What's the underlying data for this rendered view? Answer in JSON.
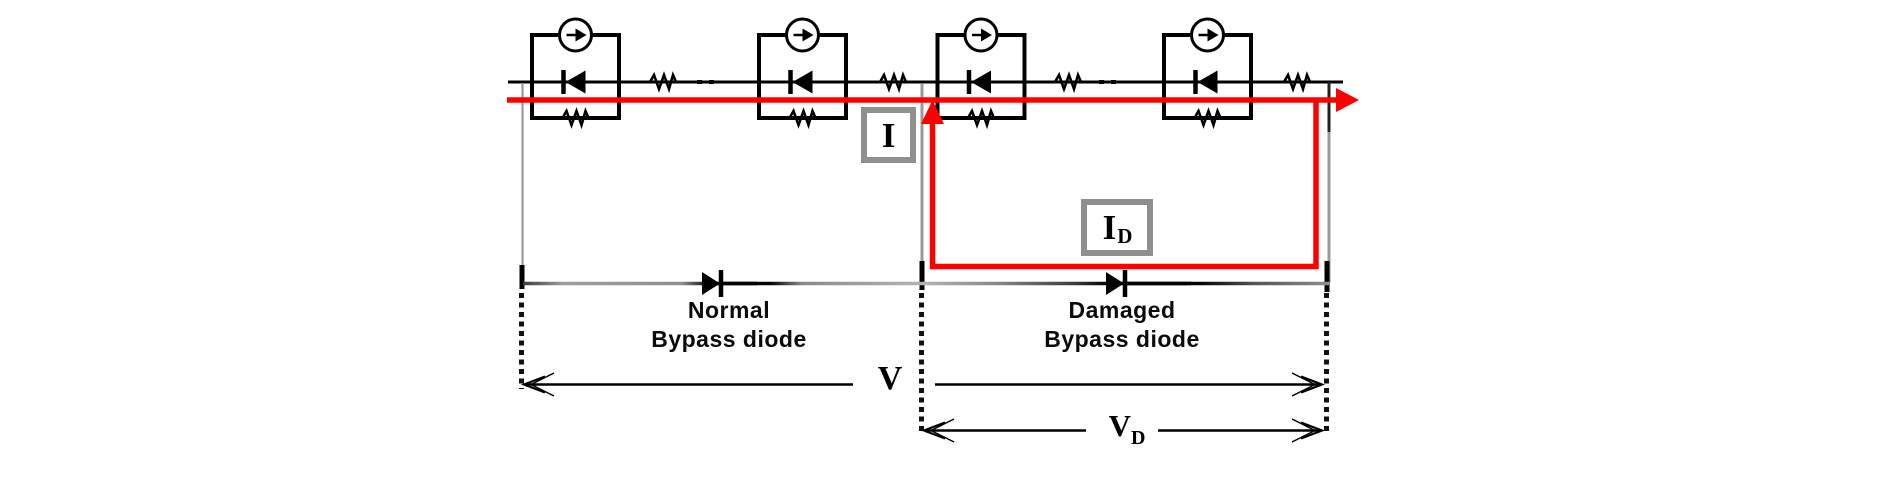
{
  "diagram": {
    "annotations": {
      "string_current": {
        "label": "I"
      },
      "bypass_loop_current": {
        "label": "I",
        "subscript": "D"
      },
      "string_voltage": {
        "label": "V"
      },
      "damaged_section_voltage": {
        "label": "V",
        "subscript": "D"
      },
      "normal_bypass_diode": {
        "line1": "Normal",
        "line2": "Bypass diode"
      },
      "damaged_bypass_diode": {
        "line1": "Damaged",
        "line2": "Bypass diode"
      }
    },
    "colors": {
      "current_path": "#fe0000",
      "wire": "#000000",
      "connector_gray": "#999999",
      "label_box_border": "#8f8f8f"
    },
    "structure": {
      "cell_count": 4,
      "cell_symbols": [
        "current-source-icon",
        "diode-icon",
        "shunt-resistor-icon"
      ],
      "series_symbol": "resistor-icon",
      "continuation_marks": 2,
      "bypass_branches": [
        "normal",
        "damaged"
      ]
    }
  }
}
